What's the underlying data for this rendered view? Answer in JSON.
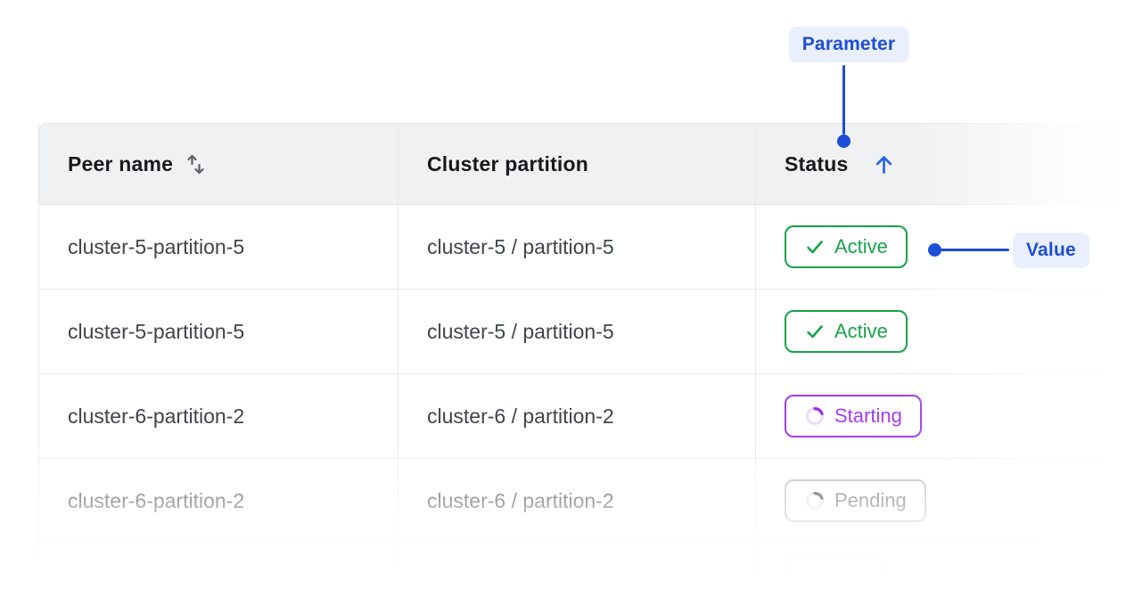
{
  "table": {
    "columns": [
      {
        "label": "Peer name",
        "sortable": true,
        "sort": "none",
        "sort_icon": "sort-updown-icon"
      },
      {
        "label": "Cluster partition",
        "sortable": false
      },
      {
        "label": "Status",
        "sortable": true,
        "sort": "asc",
        "sort_icon": "arrow-up-icon"
      }
    ],
    "rows": [
      {
        "peer": "cluster-5-partition-5",
        "partition": "cluster-5 / partition-5",
        "status": {
          "label": "Active",
          "variant": "active",
          "icon": "check-icon"
        }
      },
      {
        "peer": "cluster-5-partition-5",
        "partition": "cluster-5 / partition-5",
        "status": {
          "label": "Active",
          "variant": "active",
          "icon": "check-icon"
        }
      },
      {
        "peer": "cluster-6-partition-2",
        "partition": "cluster-6 / partition-2",
        "status": {
          "label": "Starting",
          "variant": "starting",
          "icon": "spinner-icon"
        }
      },
      {
        "peer": "cluster-6-partition-2",
        "partition": "cluster-6 / partition-2",
        "status": {
          "label": "Pending",
          "variant": "pending",
          "icon": "spinner-icon"
        }
      },
      {
        "peer": "",
        "partition": "",
        "status": {
          "label": "",
          "variant": "ghost",
          "icon": "none"
        }
      }
    ]
  },
  "annotations": {
    "parameter_label": "Parameter",
    "value_label": "Value"
  },
  "colors": {
    "annotation_blue": "#1d4ed8",
    "annotation_pill_bg": "#e9effc",
    "sort_arrow_blue": "#2563eb",
    "active_green": "#16a34a",
    "starting_purple": "#a63af2",
    "pending_gray": "#666b72",
    "header_bg": "#f0f1f2",
    "header_text": "#16191d",
    "cell_text": "#40454b",
    "grid_line": "#e9eaec"
  }
}
